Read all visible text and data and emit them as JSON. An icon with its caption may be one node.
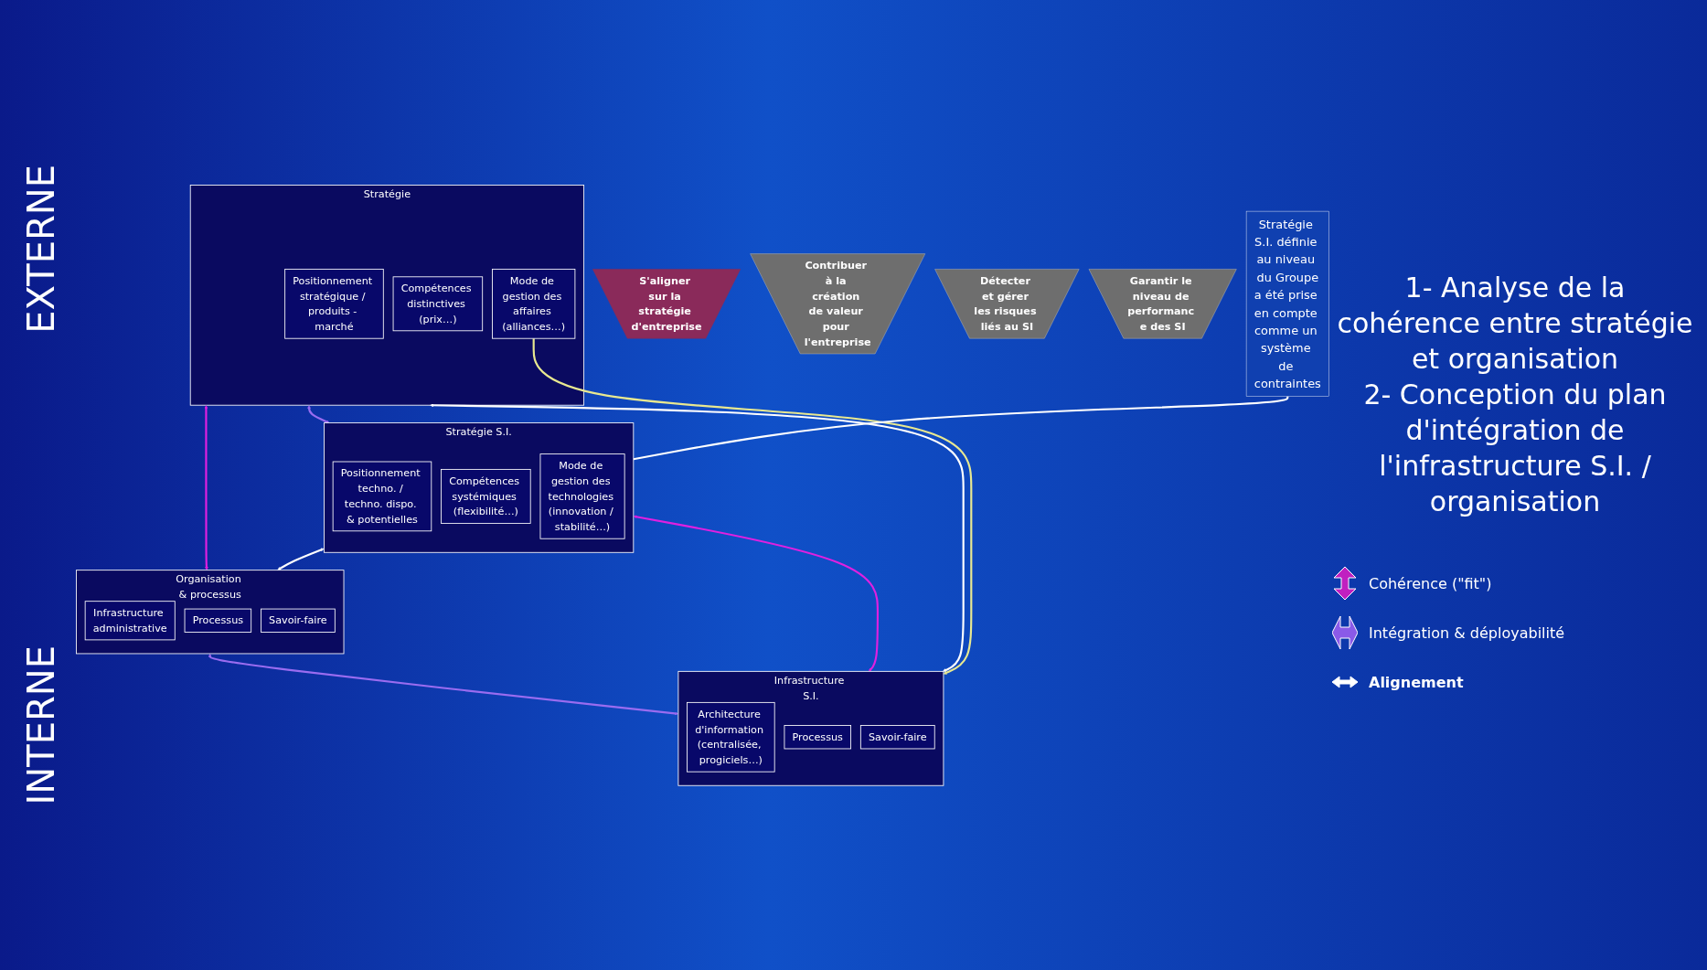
{
  "diagram": {
    "nodes": [
      {
        "text": [
          "S'aligner sur la stratégie d'entreprise"
        ]
      },
      {
        "text": [
          "Contribuer à la création de valeur pour l'entreprise"
        ]
      },
      {
        "text": [
          "Détecter et gérer les risques liés au SI"
        ]
      },
      {
        "text": [
          "Garantir le niveau de performanc e des SI"
        ]
      },
      {
        "text": [
          "Stratégie"
        ]
      },
      {
        "text": [
          "Positionnement stratégique / produits - marché"
        ],
        "in": 4
      },
      {
        "text": [
          "Compétences distinctives (prix…)"
        ],
        "in": 4
      },
      {
        "text": [
          "Mode de gestion des affaires (alliances…)"
        ],
        "in": 4
      },
      {
        "text": [
          "Stratégie S.I."
        ]
      },
      {
        "text": [
          "Positionnement techno. / techno. dispo. & potentielles"
        ],
        "in": 8
      },
      {
        "text": [
          "Compétences systémiques (flexibilité…)"
        ],
        "in": 8
      },
      {
        "text": [
          "Mode de gestion des technologies (innovation / stabilité…)"
        ],
        "in": 8
      },
      {
        "text": [
          "Stratégie S.I. définie au niveau du Groupe",
          "a été prise en compte comme un système de contraintes"
        ]
      },
      {
        "text": [
          "Organisation & processus"
        ]
      },
      {
        "text": [
          "Infrastructure administrative"
        ],
        "in": 13
      },
      {
        "text": [
          "Processus"
        ],
        "in": 13
      },
      {
        "text": [
          "Savoir-faire"
        ],
        "in": 13
      },
      {
        "text": [
          "Infrastructure S.I."
        ]
      },
      {
        "text": [
          "Architecture d'information (centralisée, progiciels…)"
        ],
        "in": 17
      },
      {
        "text": [
          "Processus"
        ],
        "in": 17
      },
      {
        "text": [
          "Savoir-faire"
        ],
        "in": 17
      }
    ],
    "edges": [
      {
        "from": 4,
        "to": 8,
        "arrow": "both",
        "color": "#9a6cf0"
      },
      {
        "from": 13,
        "to": 17,
        "arrow": "both",
        "color": "#9a6cf0"
      },
      {
        "from": 4,
        "to": 13,
        "arrow": "both",
        "color": "#e020e0"
      },
      {
        "from": 8,
        "to": 17,
        "arrow": "both",
        "color": "#e020e0"
      },
      {
        "from": 4,
        "to": 17,
        "arrow": "both"
      },
      {
        "from": 8,
        "to": 13,
        "arrow": "both"
      },
      {
        "from": 7,
        "to": 17,
        "arrow": "to",
        "color": "#e8e890"
      },
      {
        "from": 12,
        "to": 8,
        "arrow": "none"
      }
    ],
    "labels": [
      "EXTERNE",
      "INTERNE",
      "1- Analyse de la cohérence entre stratégie et organisation",
      "2- Conception du plan d'intégration de l'infrastructure S.I. / organisation"
    ],
    "legend": [
      {
        "text": "Cohérence (\"fit\")"
      },
      {
        "text": "Intégration & déployabilité"
      },
      {
        "text": "Alignement"
      }
    ]
  }
}
